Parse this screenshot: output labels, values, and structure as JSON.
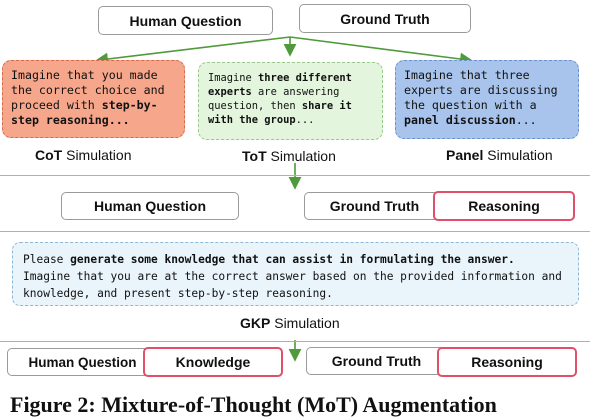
{
  "top": {
    "human_question": "Human Question",
    "ground_truth": "Ground Truth"
  },
  "cot": {
    "t1": "Imagine that you made the correct choice and proceed with ",
    "t2": "step-by-step reasoning...",
    "cap_b": "CoT",
    "cap": " Simulation"
  },
  "tot": {
    "t1": "Imagine ",
    "t2": "three different experts",
    "t3": " are answering question, then ",
    "t4": "share it with the group",
    "t5": "...",
    "cap_b": "ToT",
    "cap": " Simulation"
  },
  "panel": {
    "t1": "Imagine that three experts are discussing the question with a ",
    "t2": "panel discussion",
    "t3": "...",
    "cap_b": "Panel",
    "cap": " Simulation"
  },
  "mid": {
    "human_question": "Human Question",
    "ground_truth": "Ground Truth",
    "reasoning": "Reasoning"
  },
  "gkp": {
    "t1": "Please ",
    "t2": "generate some knowledge that can assist in formulating the answer.",
    "t3": "Imagine that you are at the correct answer based on the provided information and knowledge, and present step-by-step reasoning.",
    "cap_b": "GKP",
    "cap": " Simulation"
  },
  "bottom": {
    "human_question": "Human Question",
    "knowledge": "Knowledge",
    "ground_truth": "Ground Truth",
    "reasoning": "Reasoning"
  },
  "figure_caption": "Figure 2: Mixture-of-Thought (MoT) Augmentation",
  "colors": {
    "cot": "#f5a68b",
    "tot": "#e3f5dd",
    "panel": "#a8c4ec",
    "gkp": "#e9f4fb",
    "highlight": "#e0506a",
    "arrow": "#4f9a3a"
  }
}
